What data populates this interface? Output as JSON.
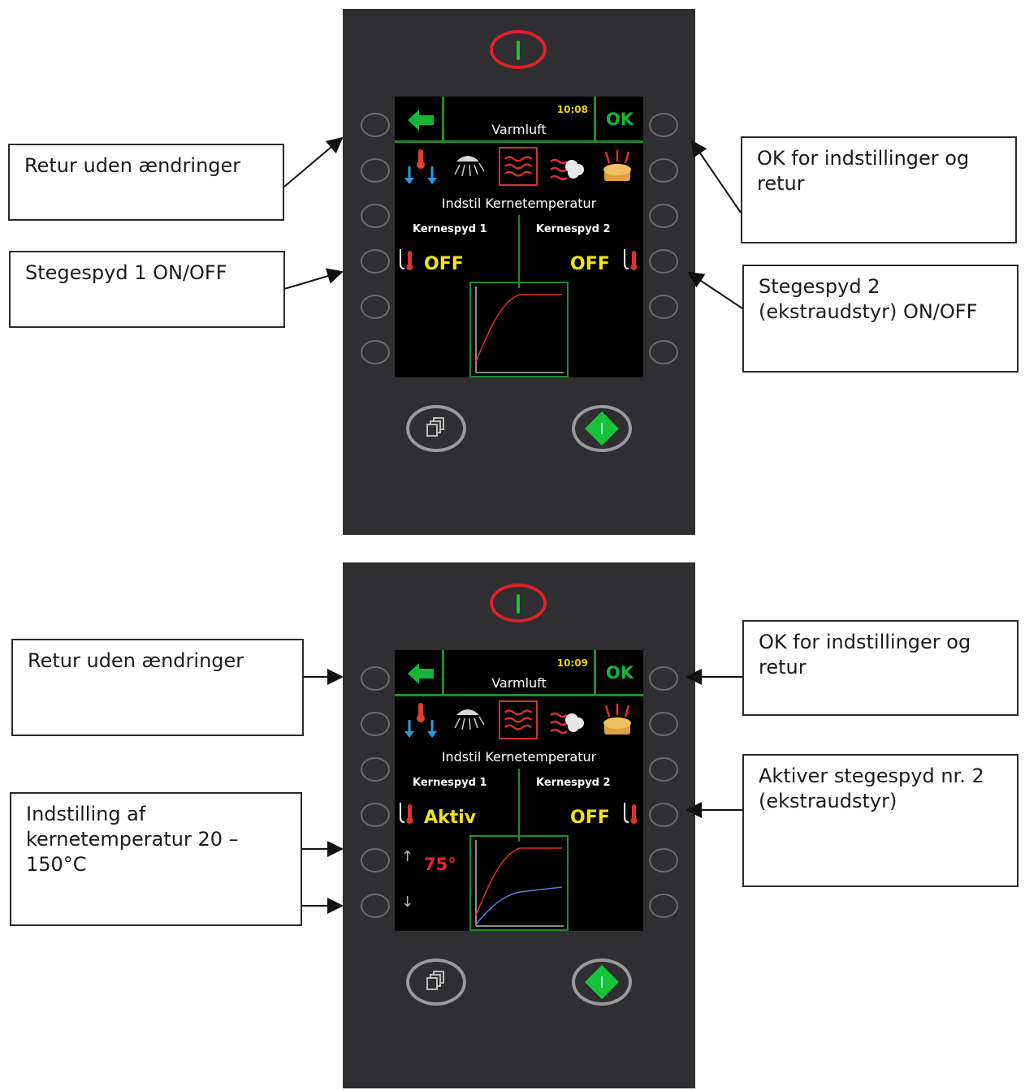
{
  "panels": [
    {
      "clock": "10:08",
      "mode": "Varmluft",
      "ok_label": "OK",
      "screen_title": "Indstil Kernetemperatur",
      "probe1_label": "Kernespyd 1",
      "probe2_label": "Kernespyd 2",
      "probe1_state": "OFF",
      "probe2_state": "OFF",
      "callouts": {
        "left_top": "Retur uden ændringer",
        "left_bottom": "Stegespyd 1 ON/OFF",
        "right_top": "OK for indstillinger og retur",
        "right_bottom": "Stegespyd 2 (ekstraudstyr) ON/OFF"
      }
    },
    {
      "clock": "10:09",
      "mode": "Varmluft",
      "ok_label": "OK",
      "screen_title": "Indstil Kernetemperatur",
      "probe1_label": "Kernespyd 1",
      "probe2_label": "Kernespyd 2",
      "probe1_state": "Aktiv",
      "probe2_state": "OFF",
      "temperature": "75°",
      "callouts": {
        "left_top": "Retur uden ændringer",
        "left_bottom": "Indstilling af kernetemperatur 20 – 150°C",
        "right_top": "OK for indstillinger og retur",
        "right_bottom": "Aktiver stegespyd nr. 2 (ekstraudstyr)"
      }
    }
  ],
  "colors": {
    "panel": "#2f2f31",
    "screen": "#000000",
    "accent_green": "#1f8a2f",
    "state_yellow": "#f2e21a",
    "temp_red": "#e3262a",
    "power_red": "#e0202a"
  },
  "icons": [
    "back-arrow-icon",
    "cooling-icon",
    "steam-shower-icon",
    "hot-air-icon",
    "combi-steam-icon",
    "bread-icon",
    "probe-icon",
    "menu-icon",
    "start-icon",
    "power-icon"
  ]
}
